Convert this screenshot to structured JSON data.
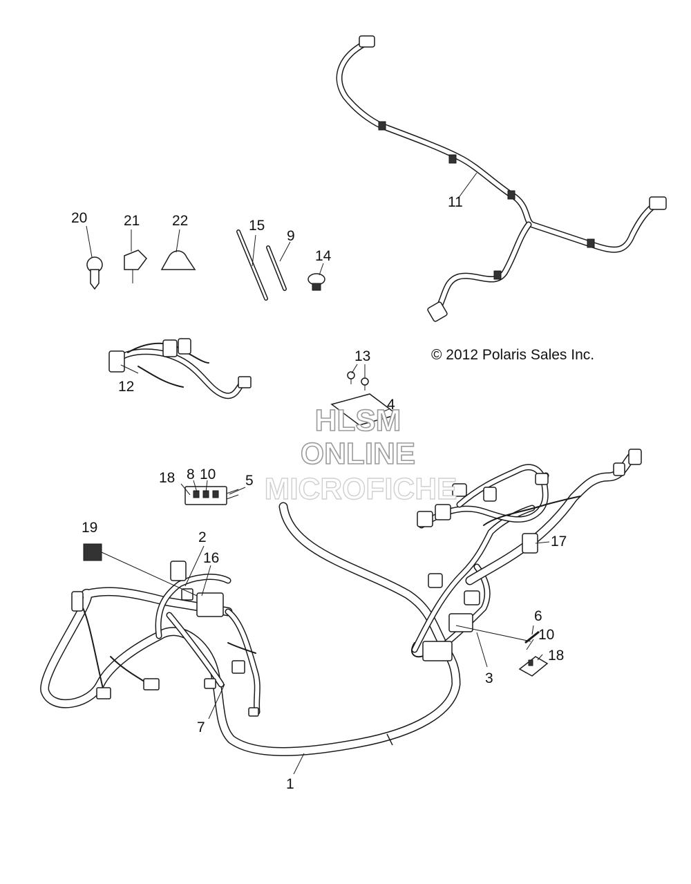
{
  "copyright": "© 2012 Polaris Sales Inc.",
  "watermark": {
    "line1": "HLSM",
    "line2": "ONLINE",
    "line3": "MICROFICHE"
  },
  "callouts": {
    "c1": "1",
    "c2": "2",
    "c3": "3",
    "c4": "4",
    "c5": "5",
    "c6": "6",
    "c7": "7",
    "c8": "8",
    "c9": "9",
    "c10a": "10",
    "c10b": "10",
    "c11": "11",
    "c12": "12",
    "c13": "13",
    "c14": "14",
    "c15": "15",
    "c16": "16",
    "c17": "17",
    "c18a": "18",
    "c18b": "18",
    "c19": "19",
    "c20": "20",
    "c21": "21",
    "c22": "22"
  }
}
